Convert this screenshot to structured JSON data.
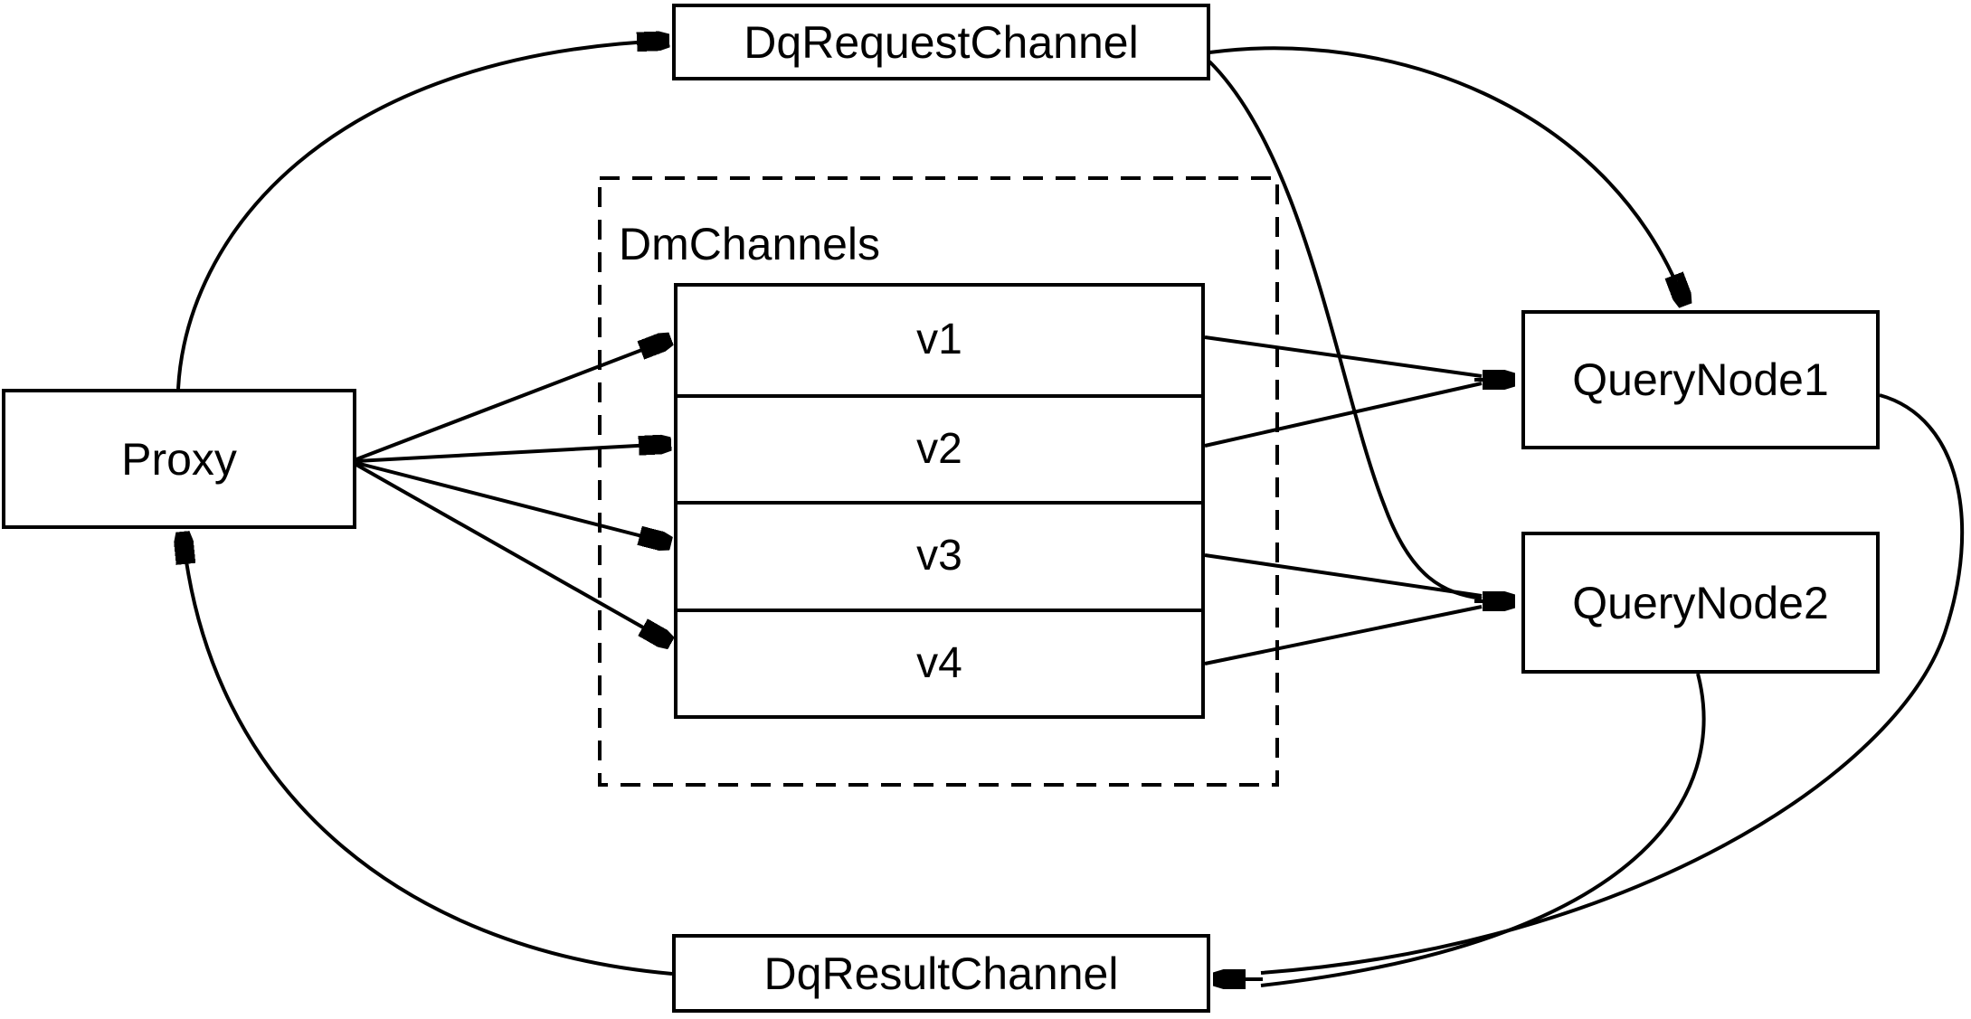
{
  "diagram": {
    "background": "#ffffff",
    "line_color": "#000000",
    "nodes": {
      "proxy": {
        "label": "Proxy"
      },
      "request_channel": {
        "label": "DqRequestChannel"
      },
      "result_channel": {
        "label": "DqResultChannel"
      },
      "query_node1": {
        "label": "QueryNode1"
      },
      "query_node2": {
        "label": "QueryNode2"
      },
      "dm_channels_group": {
        "label": "DmChannels"
      }
    },
    "channels": [
      "v1",
      "v2",
      "v3",
      "v4"
    ],
    "edges": [
      {
        "from": "Proxy",
        "to": "DqRequestChannel"
      },
      {
        "from": "DqRequestChannel",
        "to": "QueryNode1"
      },
      {
        "from": "DqRequestChannel",
        "to": "QueryNode2"
      },
      {
        "from": "Proxy",
        "to": "v1"
      },
      {
        "from": "Proxy",
        "to": "v2"
      },
      {
        "from": "Proxy",
        "to": "v3"
      },
      {
        "from": "Proxy",
        "to": "v4"
      },
      {
        "from": "v1",
        "to": "QueryNode1"
      },
      {
        "from": "v2",
        "to": "QueryNode1"
      },
      {
        "from": "v3",
        "to": "QueryNode2"
      },
      {
        "from": "v4",
        "to": "QueryNode2"
      },
      {
        "from": "QueryNode1",
        "to": "DqResultChannel"
      },
      {
        "from": "QueryNode2",
        "to": "DqResultChannel"
      },
      {
        "from": "DqResultChannel",
        "to": "Proxy"
      }
    ]
  }
}
